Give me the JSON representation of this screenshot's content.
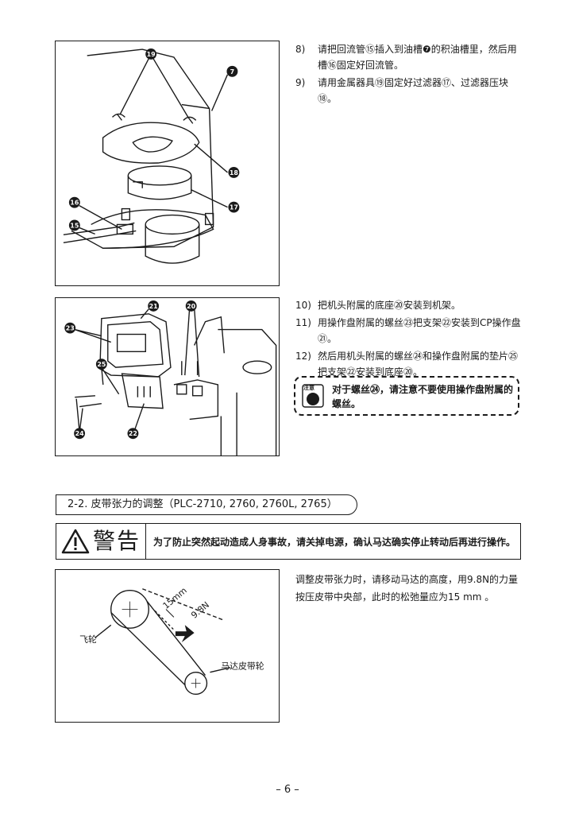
{
  "steps_top": [
    {
      "num": "8)",
      "text": "请把回流管⑮插入到油槽❼的积油槽里，然后用槽⑯固定好回流管。"
    },
    {
      "num": "9)",
      "text": "请用金属器具⑲固定好过滤器⑰、过滤器压块⑱。"
    }
  ],
  "steps_mid": [
    {
      "num": "10)",
      "text": "把机头附属的底座⑳安装到机架。"
    },
    {
      "num": "11)",
      "text": "用操作盘附属的螺丝㉓把支架㉒安装到CP操作盘㉑。"
    },
    {
      "num": "12)",
      "text": "然后用机头附属的螺丝㉔和操作盘附属的垫片㉕把支架㉒安装到底座⑳。"
    }
  ],
  "note": {
    "icon_text": "注意",
    "text": "对于螺丝㉔，请注意不要使用操作盘附属的螺丝。"
  },
  "figure1": {
    "callouts": [
      "19",
      "7",
      "18",
      "17",
      "16",
      "15"
    ]
  },
  "figure2": {
    "callouts": [
      "21",
      "20",
      "23",
      "25",
      "24",
      "22"
    ]
  },
  "section": {
    "title": "2-2. 皮带张力的调整（PLC-2710, 2760, 2760L, 2765）"
  },
  "warning": {
    "label": "警告",
    "icon": "warning-triangle-icon",
    "text": "为了防止突然起动造成人身事故，请关掉电源，确认马达确实停止转动后再进行操作。"
  },
  "belt": {
    "text": "调整皮带张力时，请移动马达的高度，用9.8N的力量按压皮带中央部，此时的松弛量应为15 mm 。",
    "labels": {
      "flywheel": "飞轮",
      "motor_pulley": "马达皮带轮",
      "slack": "15mm",
      "force": "9.8N"
    }
  },
  "page_number": "– 6 –"
}
